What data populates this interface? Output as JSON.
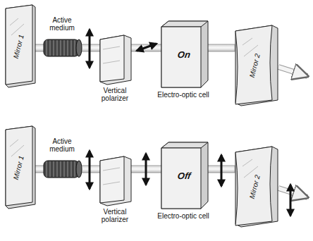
{
  "diagram": {
    "nodes": [
      {
        "text": [
          "Mirror 1"
        ]
      },
      {
        "text": [
          "On"
        ]
      },
      {
        "text": [
          "Mirror 2"
        ]
      },
      {
        "text": [
          "Mirror 1"
        ]
      },
      {
        "text": [
          "Off"
        ]
      },
      {
        "text": [
          "Mirror 2"
        ]
      }
    ],
    "labels": [
      "Active medium",
      "Vertical polarizer",
      "Electro-optic cell",
      "Active medium",
      "Vertical polarizer",
      "Electro-optic cell"
    ]
  }
}
